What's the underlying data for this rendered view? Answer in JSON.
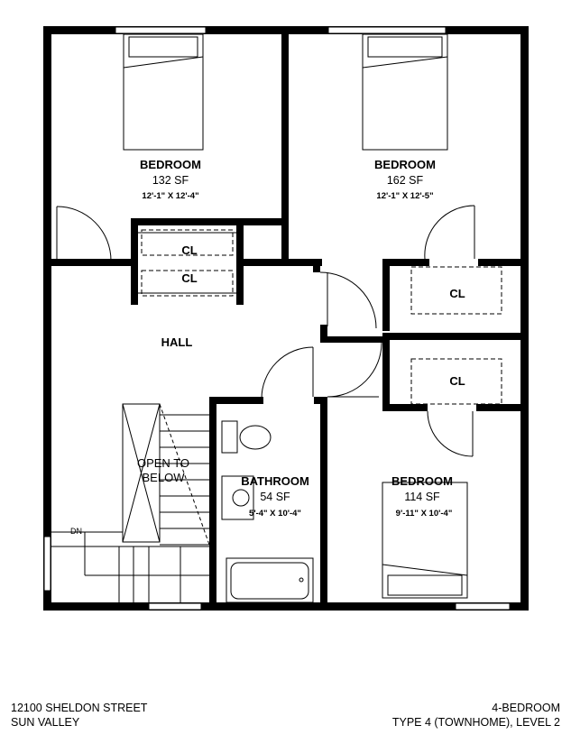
{
  "rooms": {
    "bedroom_nw": {
      "name": "BEDROOM",
      "area": "132 SF",
      "dims": "12'-1\" X 12'-4\""
    },
    "bedroom_ne": {
      "name": "BEDROOM",
      "area": "162 SF",
      "dims": "12'-1\" X 12'-5\""
    },
    "bedroom_se": {
      "name": "BEDROOM",
      "area": "114 SF",
      "dims": "9'-11\" X 10'-4\""
    },
    "bathroom": {
      "name": "BATHROOM",
      "area": "54 SF",
      "dims": "5'-4\" X 10'-4\""
    },
    "hall": {
      "name": "HALL"
    },
    "closets": [
      "CL",
      "CL",
      "CL",
      "CL"
    ],
    "stair": {
      "open_label_1": "OPEN TO",
      "open_label_2": "BELOW",
      "down_label": "DN"
    }
  },
  "footer": {
    "address_line1": "12100 SHELDON STREET",
    "address_line2": "SUN VALLEY",
    "type_line1": "4-BEDROOM",
    "type_line2": "TYPE 4 (TOWNHOME), LEVEL 2"
  }
}
